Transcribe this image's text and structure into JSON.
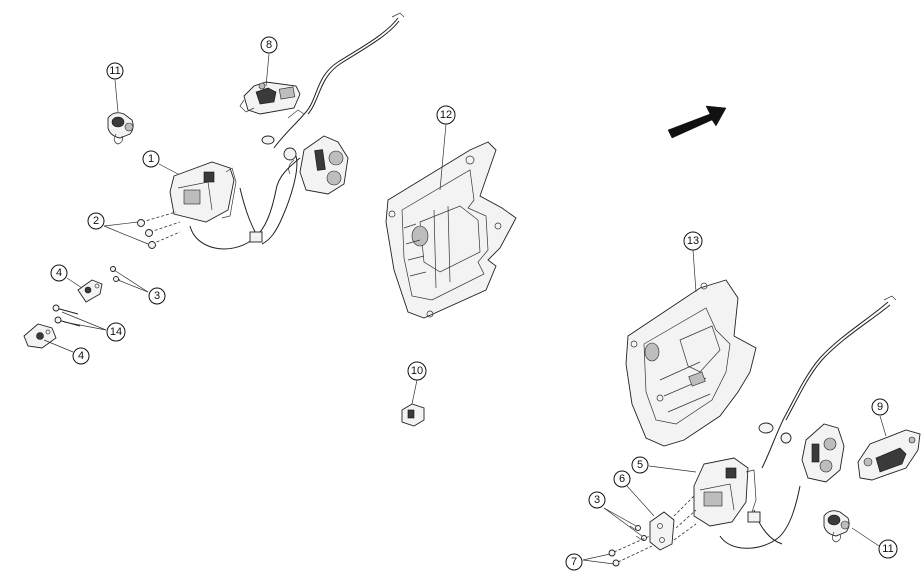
{
  "callouts": {
    "c1": "1",
    "c2": "2",
    "c3a": "3",
    "c3b": "3",
    "c4a": "4",
    "c4b": "4",
    "c5": "5",
    "c6": "6",
    "c7": "7",
    "c8": "8",
    "c9": "9",
    "c10": "10",
    "c11a": "11",
    "c11b": "11",
    "c12": "12",
    "c13": "13",
    "c14": "14"
  },
  "colors": {
    "line": "#222222",
    "part_fill": "#f3f3f3",
    "dark_fill": "#3a3a3a",
    "arrow": "#111111"
  },
  "icons": {
    "direction_arrow": "arrow-up-right-icon"
  }
}
